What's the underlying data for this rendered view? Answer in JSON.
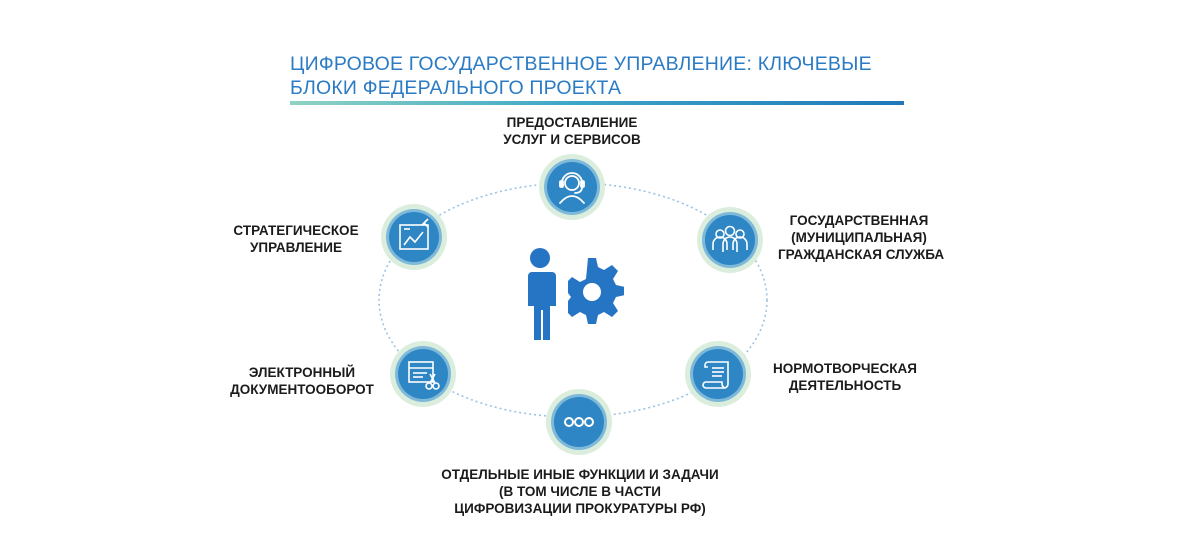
{
  "title": {
    "line1": "ЦИФРОВОЕ ГОСУДАРСТВЕННОЕ УПРАВЛЕНИЕ: КЛЮЧЕВЫЕ",
    "line2": "БЛОКИ ФЕДЕРАЛЬНОГО ПРОЕКТА"
  },
  "blocks": [
    {
      "id": "services",
      "icon": "operator-headset-icon",
      "lines": [
        "ПРЕДОСТАВЛЕНИЕ",
        "УСЛУГ И СЕРВИСОВ"
      ]
    },
    {
      "id": "civil-service",
      "icon": "group-people-icon",
      "lines": [
        "ГОСУДАРСТВЕННАЯ",
        "(МУНИЦИПАЛЬНАЯ)",
        "ГРАЖДАНСКАЯ СЛУЖБА"
      ]
    },
    {
      "id": "rulemaking",
      "icon": "scroll-document-icon",
      "lines": [
        "НОРМОТВОРЧЕСКАЯ",
        "ДЕЯТЕЛЬНОСТЬ"
      ]
    },
    {
      "id": "other",
      "icon": "ellipsis-dots-icon",
      "lines": [
        "ОТДЕЛЬНЫЕ ИНЫЕ ФУНКЦИИ И ЗАДАЧИ",
        "(В ТОМ ЧИСЛЕ В ЧАСТИ",
        "ЦИФРОВИЗАЦИИ ПРОКУРАТУРЫ РФ)"
      ]
    },
    {
      "id": "edo",
      "icon": "document-scissors-icon",
      "lines": [
        "ЭЛЕКТРОННЫЙ",
        "ДОКУМЕНТООБОРОТ"
      ]
    },
    {
      "id": "strategic",
      "icon": "blueprint-plan-icon",
      "lines": [
        "СТРАТЕГИЧЕСКОЕ",
        "УПРАВЛЕНИЕ"
      ]
    }
  ],
  "center": {
    "icon": "person-gear-icon"
  },
  "colors": {
    "title": "#2b7bc4",
    "node_fill": "#2f86c4",
    "node_outer": "#dbeedd",
    "node_mid": "#7fb9d9",
    "ring": "#9cc3e3",
    "center_icon": "#2674c4",
    "underline_start": "#8fd3c3",
    "underline_end": "#1f78b9"
  }
}
